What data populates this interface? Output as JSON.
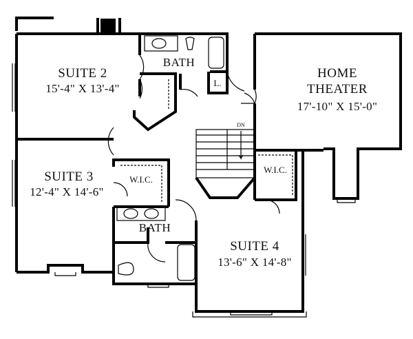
{
  "plan": {
    "rooms": [
      {
        "id": "suite2",
        "name": "SUITE 2",
        "dimensions": "15'-4\" X 13'-4\""
      },
      {
        "id": "bath1",
        "name": "BATH"
      },
      {
        "id": "linen",
        "name": "L."
      },
      {
        "id": "home_theater",
        "name_line1": "HOME",
        "name_line2": "THEATER",
        "dimensions": "17'-10\" X 15'-0\""
      },
      {
        "id": "suite3",
        "name": "SUITE 3",
        "dimensions": "12'-4\" X 14'-6\""
      },
      {
        "id": "wic1",
        "name": "W.I.C."
      },
      {
        "id": "wic2",
        "name": "W.I.C."
      },
      {
        "id": "bath2",
        "name": "BATH"
      },
      {
        "id": "suite4",
        "name": "SUITE 4",
        "dimensions": "13'-6\" X 14'-8\""
      }
    ],
    "stairs": {
      "label": "DN"
    },
    "colors": {
      "wall": "#000000",
      "background": "#ffffff",
      "fixture": "#333333"
    }
  }
}
